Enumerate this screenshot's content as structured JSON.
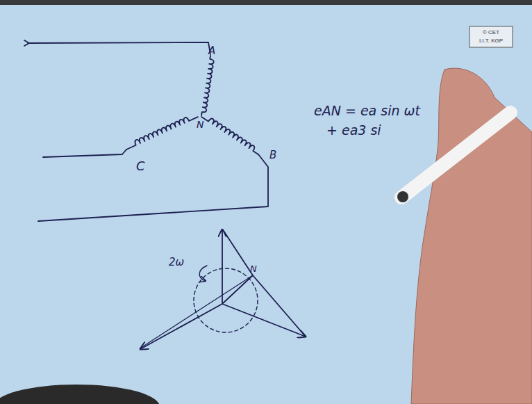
{
  "diagram": {
    "labels": [
      "A",
      "N",
      "C",
      "B",
      "2ω",
      "N",
      "eAN = ea sin ωt",
      "+ ea3 si",
      "© CET",
      "I.I.T. KGP"
    ]
  }
}
